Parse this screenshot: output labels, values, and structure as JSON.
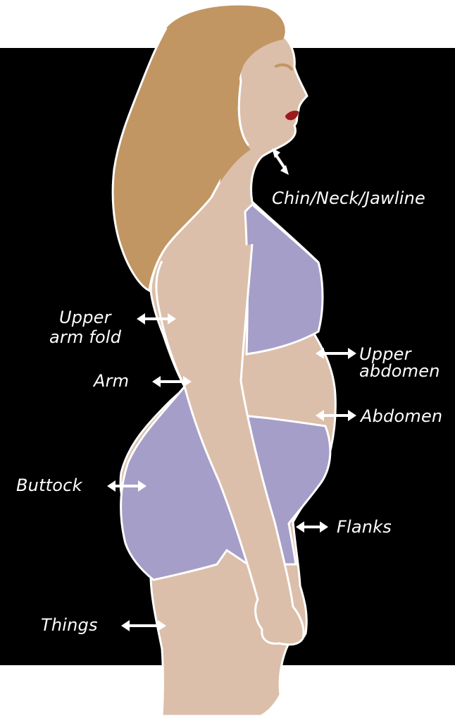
{
  "colors": {
    "background_panel": "#000000",
    "skin": "#dbbfaa",
    "hair": "#c19663",
    "garment": "#a59ec8",
    "lips": "#9c1a1e",
    "outline": "#ffffff"
  },
  "labels": {
    "chin_neck_jawline": "Chin/Neck/Jawline",
    "upper_arm_fold_line1": "Upper",
    "upper_arm_fold_line2": "arm fold",
    "arm": "Arm",
    "upper_abdomen_line1": "Upper",
    "upper_abdomen_line2": "abdomen",
    "abdomen": "Abdomen",
    "buttock": "Buttock",
    "flanks": "Flanks",
    "things": "Things"
  }
}
